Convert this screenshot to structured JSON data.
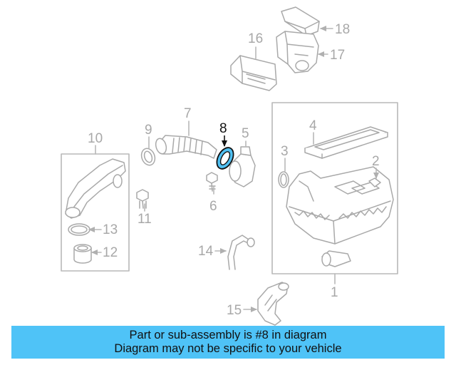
{
  "labels": {
    "l1": "1",
    "l2": "2",
    "l3": "3",
    "l4": "4",
    "l5": "5",
    "l6": "6",
    "l7": "7",
    "l8": "8",
    "l9": "9",
    "l10": "10",
    "l11": "11",
    "l12": "12",
    "l13": "13",
    "l14": "14",
    "l15": "15",
    "l16": "16",
    "l17": "17",
    "l18": "18"
  },
  "highlight_part": "8",
  "banner": {
    "line1": "Part or sub-assembly is #8 in diagram",
    "line2": "Diagram may not be specific to your vehicle"
  },
  "colors": {
    "banner_bg": "#4fc3f7",
    "highlight_fill": "#4fc0f2",
    "part_stroke": "#a9a9a9"
  }
}
